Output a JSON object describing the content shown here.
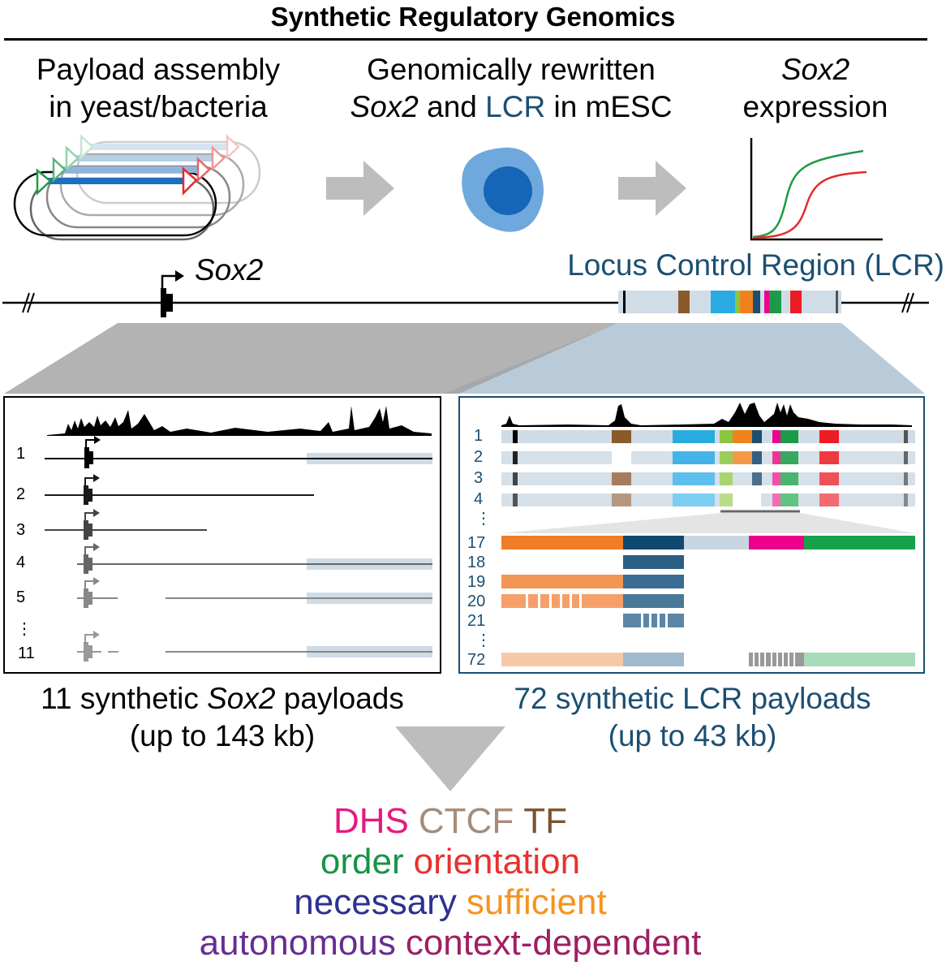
{
  "title": "Synthetic Regulatory Genomics",
  "steps": [
    {
      "line1": "Payload assembly",
      "line2": "in yeast/bacteria"
    },
    {
      "line1": "Genomically rewritten",
      "line2_italic": "Sox2",
      "line2_mid": " and ",
      "line2_lcr": "LCR",
      "line2_end": " in mESC"
    },
    {
      "line1_italic": "Sox2",
      "line2": "expression"
    }
  ],
  "locus": {
    "gene_label": "Sox2",
    "lcr_label": "Locus Control Region (LCR)"
  },
  "sox2_panel": {
    "row_labels": [
      "1",
      "2",
      "3",
      "4",
      "5",
      "⋮",
      "11"
    ],
    "caption_pre": "11 synthetic ",
    "caption_italic": "Sox2",
    "caption_post": " payloads",
    "caption_line2": "(up to 143 kb)"
  },
  "lcr_panel": {
    "row_labels_top": [
      "1",
      "2",
      "3",
      "4",
      "⋮"
    ],
    "row_labels_bottom": [
      "17",
      "18",
      "19",
      "20",
      "21",
      "⋮",
      "72"
    ],
    "caption_line1": "72 synthetic LCR payloads",
    "caption_line2": "(up to 43 kb)"
  },
  "keywords": {
    "line1": [
      {
        "text": "DHS",
        "color": "#e6197f"
      },
      {
        "text": "CTCF",
        "color": "#a68c78"
      },
      {
        "text": "TF",
        "color": "#7a532f"
      }
    ],
    "line2": [
      {
        "text": "order",
        "color": "#179346"
      },
      {
        "text": "orientation",
        "color": "#e8312e"
      }
    ],
    "line3": [
      {
        "text": "necessary",
        "color": "#2e3192"
      },
      {
        "text": "sufficient",
        "color": "#f7931e"
      }
    ],
    "line4": [
      {
        "text": "autonomous",
        "color": "#662d91"
      },
      {
        "text": "context-dependent",
        "color": "#9e1f63"
      }
    ]
  },
  "colors": {
    "lcr_blue": "#1b4f72",
    "arrow_gray": "#bdbdbd",
    "cell_outer": "#6fa8dc",
    "cell_inner": "#1565b8"
  }
}
